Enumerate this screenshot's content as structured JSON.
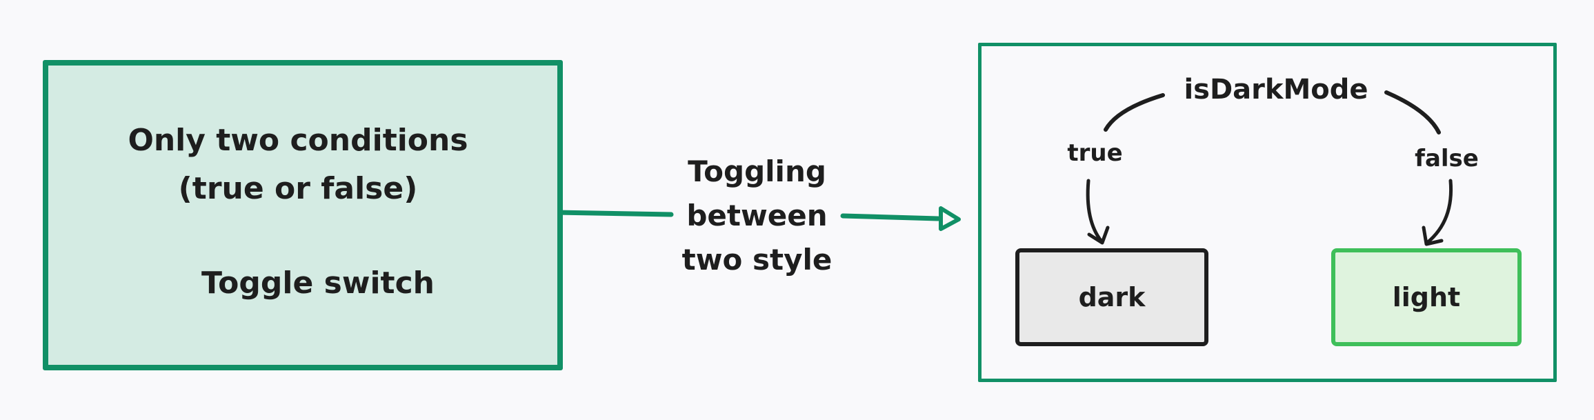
{
  "left_box": {
    "heading_line1": "Only two conditions",
    "heading_line2": "(true or false)",
    "toggle_label": "Toggle switch"
  },
  "arrow_label": {
    "line1": "Toggling",
    "line2": "between",
    "line3": "two style"
  },
  "right_box": {
    "variable": "isDarkMode",
    "true_label": "true",
    "false_label": "false",
    "dark_label": "dark",
    "light_label": "light"
  },
  "colors": {
    "accent_green": "#119066",
    "left_fill": "#d4ebe3",
    "light_border": "#3fbf5a",
    "light_fill": "#dff3de",
    "dark_fill": "#e9e9e9",
    "stroke": "#1e1e1e"
  },
  "icons": [
    "toggle-on-icon",
    "toggle-off-icon"
  ]
}
